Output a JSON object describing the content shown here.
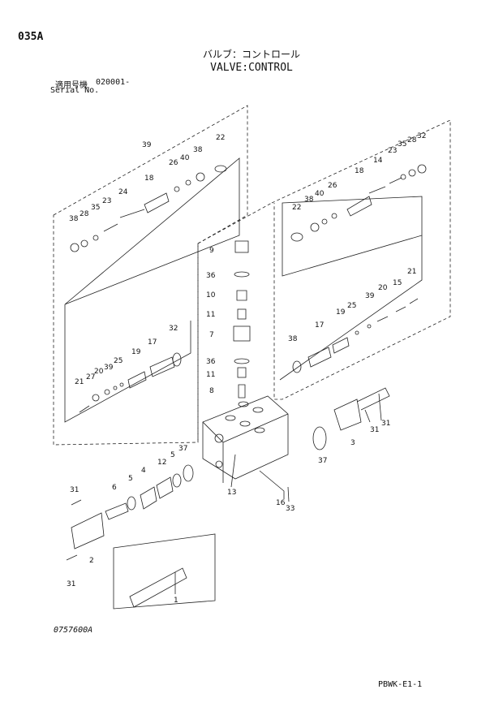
{
  "header": {
    "page_code": "035A",
    "title_jp": "バルブ：コントロール",
    "title_en": "VALVE:CONTROL",
    "serial_label_jp": "適用号機",
    "serial_value": "020001-",
    "serial_label_en": "Serial No."
  },
  "footer": {
    "drawing_number": "0757600A",
    "doc_code": "PBWK-E1-1"
  },
  "callouts": [
    "39",
    "22",
    "38",
    "40",
    "26",
    "18",
    "24",
    "23",
    "35",
    "28",
    "32",
    "38",
    "32",
    "28",
    "35",
    "23",
    "14",
    "18",
    "26",
    "40",
    "38",
    "22",
    "9",
    "36",
    "10",
    "11",
    "7",
    "36",
    "11",
    "8",
    "21",
    "15",
    "20",
    "39",
    "25",
    "19",
    "17",
    "38",
    "38",
    "17",
    "19",
    "25",
    "39",
    "20",
    "27",
    "21",
    "3",
    "31",
    "31",
    "37",
    "37",
    "5",
    "4",
    "12",
    "5",
    "6",
    "31",
    "2",
    "31",
    "13",
    "16",
    "33",
    "1"
  ]
}
